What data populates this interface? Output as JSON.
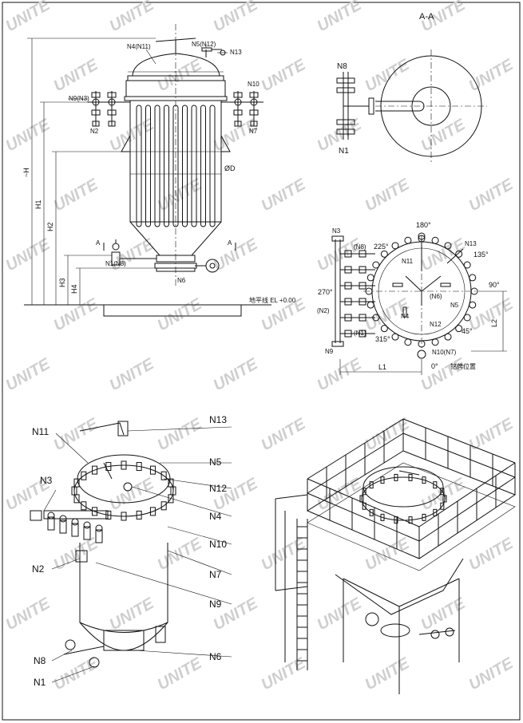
{
  "watermark": {
    "text": "UNITE"
  },
  "front_view": {
    "nozzles": {
      "n4": "N4(N11)",
      "n5": "N5(N12)",
      "n13": "N13",
      "n9": "N9(N3)",
      "n10": "N10",
      "n2": "N2",
      "n7": "N7",
      "n1": "N1(N8)",
      "n6": "N6"
    },
    "dims": {
      "h": "~H",
      "h1": "H1",
      "h2": "H2",
      "h3": "H3",
      "h4": "H4",
      "d": "ØD",
      "a_left": "A",
      "a_right": "A"
    },
    "ground": "地平线 EL +0.00"
  },
  "section_aa": {
    "title": "A-A",
    "n8": "N8",
    "n1": "N1"
  },
  "top_view": {
    "angles": {
      "a0": "0°",
      "a45": "45°",
      "a90": "90°",
      "a135": "135°",
      "a180": "180°",
      "a225": "225°",
      "a270": "270°",
      "a315": "315°"
    },
    "labels": {
      "n3": "N3",
      "n8": "(N8)",
      "n2": "(N2)",
      "n1": "(N1)",
      "n9": "N9",
      "n11": "N11",
      "n13": "N13",
      "n6": "(N6)",
      "n5": "N5",
      "n4": "N4",
      "n12": "N12",
      "n10": "N10(N7)",
      "plate": "铭牌位置"
    },
    "dims": {
      "l1": "L1",
      "l2": "L2"
    }
  },
  "iso_left": {
    "labels": [
      "N11",
      "N13",
      "N3",
      "N5",
      "N12",
      "N4",
      "N10",
      "N2",
      "N7",
      "N9",
      "N8",
      "N6",
      "N1"
    ]
  }
}
